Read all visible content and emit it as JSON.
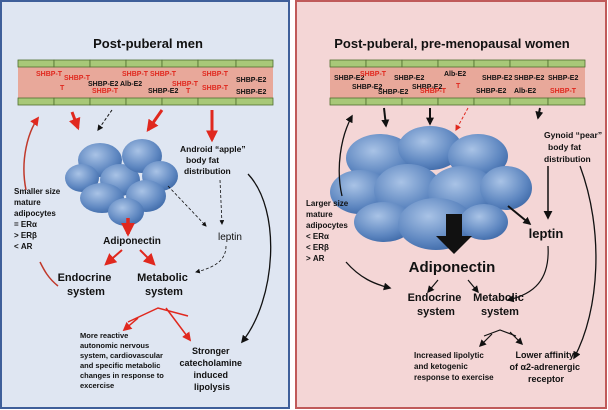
{
  "left": {
    "title": "Post-puberal men",
    "vessel_labels": [
      {
        "text": "SHBP-T",
        "color": "#e0281e"
      },
      {
        "text": "SHBP-T",
        "color": "#e0281e"
      },
      {
        "text": "T",
        "color": "#e0281e"
      },
      {
        "text": "SHBP-E2",
        "color": "#111111"
      },
      {
        "text": "SHBP-T",
        "color": "#e0281e"
      },
      {
        "text": "Alb-E2",
        "color": "#111111"
      },
      {
        "text": "SHBP-T",
        "color": "#e0281e"
      },
      {
        "text": "SHBP-T",
        "color": "#e0281e"
      },
      {
        "text": "SHBP-E2",
        "color": "#111111"
      },
      {
        "text": "SHBP-T",
        "color": "#e0281e"
      },
      {
        "text": "T",
        "color": "#e0281e"
      },
      {
        "text": "SHBP-T",
        "color": "#e0281e"
      },
      {
        "text": "SHBP-E2",
        "color": "#111111"
      },
      {
        "text": "SHBP-T",
        "color": "#e0281e"
      },
      {
        "text": "SHBP-E2",
        "color": "#111111"
      }
    ],
    "distribution": [
      "Android “apple”",
      "body fat",
      "distribution"
    ],
    "adipocytes": [
      "Smaller size",
      "mature",
      "adipocytes",
      "= ERα",
      "> ERβ",
      "< AR"
    ],
    "adiponectin": "Adiponectin",
    "leptin": "leptin",
    "endocrine": [
      "Endocrine",
      "system"
    ],
    "metabolic": [
      "Metabolic",
      "system"
    ],
    "outcome_left": [
      "More reactive",
      "autonomic nervous",
      "system, cardiovascular",
      "and specific metabolic",
      "changes in response to",
      "excercise"
    ],
    "outcome_right": [
      "Stronger",
      "catecholamine",
      "induced",
      "lipolysis"
    ]
  },
  "right": {
    "title": "Post-puberal, pre-menopausal women",
    "vessel_labels": [
      {
        "text": "SHBP-E2",
        "color": "#111111"
      },
      {
        "text": "SHBP-T",
        "color": "#e0281e"
      },
      {
        "text": "SHBP-E2",
        "color": "#111111"
      },
      {
        "text": "SHBP-E2",
        "color": "#111111"
      },
      {
        "text": "SHBP-E2",
        "color": "#111111"
      },
      {
        "text": "SHBP-E2",
        "color": "#111111"
      },
      {
        "text": "SHBP-T",
        "color": "#e0281e"
      },
      {
        "text": "Alb-E2",
        "color": "#111111"
      },
      {
        "text": "T",
        "color": "#e0281e"
      },
      {
        "text": "SHBP-E2",
        "color": "#111111"
      },
      {
        "text": "SHBP-E2",
        "color": "#111111"
      },
      {
        "text": "SHBP-E2",
        "color": "#111111"
      },
      {
        "text": "SHBP-E2",
        "color": "#111111"
      },
      {
        "text": "Alb-E2",
        "color": "#111111"
      },
      {
        "text": "SHBP-T",
        "color": "#e0281e"
      }
    ],
    "distribution": [
      "Gynoid “pear”",
      "body fat",
      "distribution"
    ],
    "adipocytes": [
      "Larger size",
      "mature",
      "adipocytes",
      "< ERα",
      "< ERβ",
      "> AR"
    ],
    "adiponectin": "Adiponectin",
    "leptin": "leptin",
    "endocrine": [
      "Endocrine",
      "system"
    ],
    "metabolic": [
      "Metabolic",
      "system"
    ],
    "outcome_left": [
      "Increased lipolytic",
      "and ketogenic",
      "response to exercise"
    ],
    "outcome_right": [
      "Lower affinity",
      "of α2-adrenergic",
      "receptor"
    ]
  }
}
